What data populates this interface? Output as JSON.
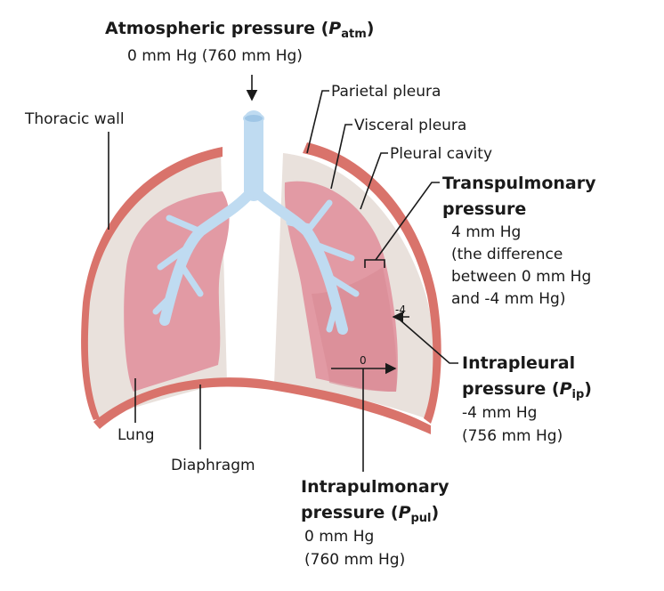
{
  "colors": {
    "wall": "#d9736b",
    "pleura": "#e9e1dc",
    "lung": "#e29aa4",
    "lung_dark": "#d98a95",
    "bronchi": "#bfdbf1",
    "line": "#1a1a1a"
  },
  "atmospheric": {
    "title": "Atmospheric pressure (",
    "symbol": "P",
    "sub": "atm",
    "close": ")",
    "value": "0 mm Hg (760 mm Hg)"
  },
  "labels": {
    "thoracic_wall": "Thoracic wall",
    "parietal_pleura": "Parietal pleura",
    "visceral_pleura": "Visceral pleura",
    "pleural_cavity": "Pleural cavity",
    "lung": "Lung",
    "diaphragm": "Diaphragm"
  },
  "transpulmonary": {
    "title1": "Transpulmonary",
    "title2": "pressure",
    "lines": [
      "4 mm Hg",
      "(the difference",
      "between 0 mm Hg",
      "and -4 mm Hg)"
    ]
  },
  "intrapleural": {
    "title1": "Intrapleural",
    "title2": "pressure (",
    "symbol": "P",
    "sub": "ip",
    "close": ")",
    "lines": [
      "-4 mm Hg",
      "(756 mm Hg)"
    ]
  },
  "intrapulmonary": {
    "title1": "Intrapulmonary",
    "title2": "pressure (",
    "symbol": "P",
    "sub": "pul",
    "close": ")",
    "lines": [
      "0 mm Hg",
      "(760 mm Hg)"
    ]
  },
  "markers": {
    "intrapleural_value": "-4",
    "intrapulmonary_value": "0"
  }
}
